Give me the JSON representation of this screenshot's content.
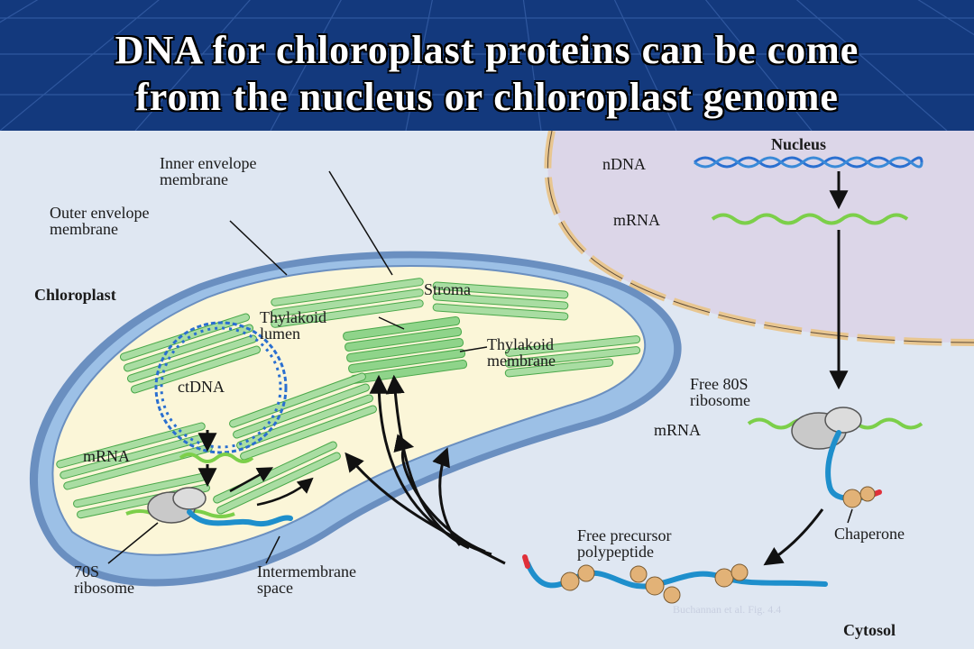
{
  "title": {
    "line1": "DNA for chloroplast proteins can be come",
    "line2": "from the nucleus or chloroplast genome"
  },
  "labels": {
    "nucleus": "Nucleus",
    "ndna": "nDNA",
    "mrna_nuclear": "mRNA",
    "inner_envelope_1": "Inner envelope",
    "inner_envelope_2": "membrane",
    "outer_envelope_1": "Outer envelope",
    "outer_envelope_2": "membrane",
    "chloroplast": "Chloroplast",
    "stroma": "Stroma",
    "thylakoid_lumen_1": "Thylakoid",
    "thylakoid_lumen_2": "lumen",
    "thylakoid_membrane_1": "Thylakoid",
    "thylakoid_membrane_2": "membrane",
    "ctdna": "ctDNA",
    "mrna_chloroplast": "mRNA",
    "free80s_1": "Free 80S",
    "free80s_2": "ribosome",
    "mrna_cytosol": "mRNA",
    "chaperone": "Chaperone",
    "precursor_1": "Free precursor",
    "precursor_2": "polypeptide",
    "ribosome70s_1": "70S",
    "ribosome70s_2": "ribosome",
    "intermembrane_1": "Intermembrane",
    "intermembrane_2": "space",
    "cytosol": "Cytosol",
    "citation": "Buchannan et al. Fig. 4.4"
  },
  "colors": {
    "header": "#13397d",
    "background": "#dfe7f2",
    "nucleus_fill": "#dcd6e8",
    "envelope_outer": "#9cc0e6",
    "stroma_fill": "#fbf6d8",
    "thylakoid": "#8fd48a",
    "mrna": "#7ccf4a",
    "dna": "#2a6fd0",
    "polypeptide": "#1e8fcc",
    "chaperone": "#e2b277",
    "signal": "#e0303a"
  }
}
